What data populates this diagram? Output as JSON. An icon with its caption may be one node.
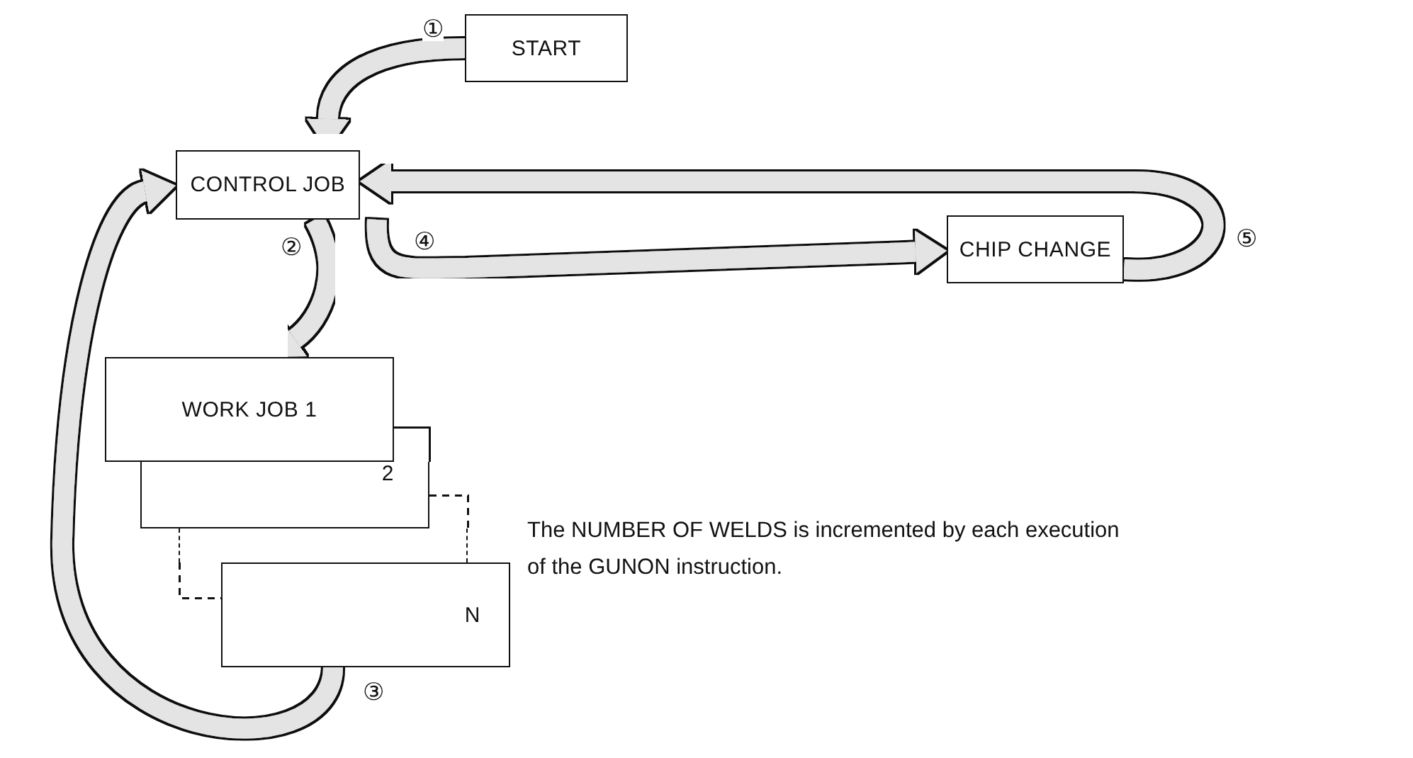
{
  "diagram": {
    "nodes": [
      {
        "text": [
          "START"
        ]
      },
      {
        "text": [
          "CONTROL JOB"
        ]
      },
      {
        "text": [
          "CHIP CHANGE"
        ]
      },
      {
        "text": [
          "WORK JOB 1"
        ]
      },
      {
        "text": [
          "2"
        ]
      },
      {
        "text": [],
        "shape": "box"
      },
      {
        "text": [
          "N"
        ]
      }
    ],
    "edges": [
      {
        "from": 0,
        "to": 1,
        "arrow": "to",
        "label": "①"
      },
      {
        "from": 1,
        "to": 3,
        "arrow": "to",
        "label": "②"
      },
      {
        "from": 6,
        "to": 1,
        "arrow": "to",
        "label": "③"
      },
      {
        "from": 1,
        "to": 2,
        "arrow": "to",
        "label": "④"
      },
      {
        "from": 2,
        "to": 1,
        "arrow": "to",
        "label": "⑤"
      }
    ],
    "labels": [
      "The NUMBER OF WELDS is incremented by each execution of the GUNON instruction."
    ]
  }
}
